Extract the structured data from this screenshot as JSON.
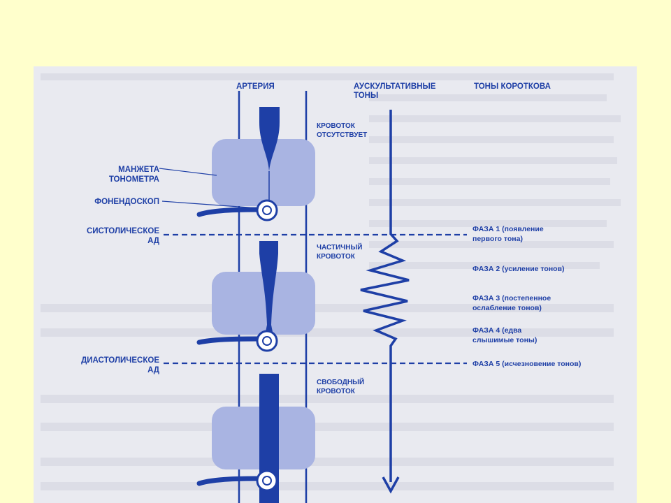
{
  "headers": {
    "artery": "АРТЕРИЯ",
    "auscultatory_1": "АУСКУЛЬТАТИВНЫЕ",
    "auscultatory_2": "ТОНЫ",
    "korotkov": "ТОНЫ КОРОТКОВА"
  },
  "left_labels": {
    "cuff_1": "МАНЖЕТА",
    "cuff_2": "ТОНОМЕТРА",
    "stethoscope": "ФОНЕНДОСКОП",
    "systolic_1": "СИСТОЛИЧЕСКОЕ",
    "systolic_2": "АД",
    "diastolic_1": "ДИАСТОЛИЧЕСКОЕ",
    "diastolic_2": "АД"
  },
  "flow_labels": {
    "no_flow_1": "КРОВОТОК",
    "no_flow_2": "ОТСУТСТВУЕТ",
    "partial_1": "ЧАСТИЧНЫЙ",
    "partial_2": "КРОВОТОК",
    "free_1": "СВОБОДНЫЙ",
    "free_2": "КРОВОТОК"
  },
  "phases": {
    "p1_1": "ФАЗА 1 (появление",
    "p1_2": "первого тона)",
    "p2": "ФАЗА 2 (усиление тонов)",
    "p3_1": "ФАЗА 3 (постепенное",
    "p3_2": "ослабление тонов)",
    "p4_1": "ФАЗА 4 (едва",
    "p4_2": "слышимые тоны)",
    "p5": "ФАЗА 5 (исчезновение тонов)"
  },
  "colors": {
    "page_bg": "#FFFFCC",
    "figure_bg": "#E9EAF0",
    "ink": "#1E3FA6",
    "cuff": "#A9B4E2"
  }
}
